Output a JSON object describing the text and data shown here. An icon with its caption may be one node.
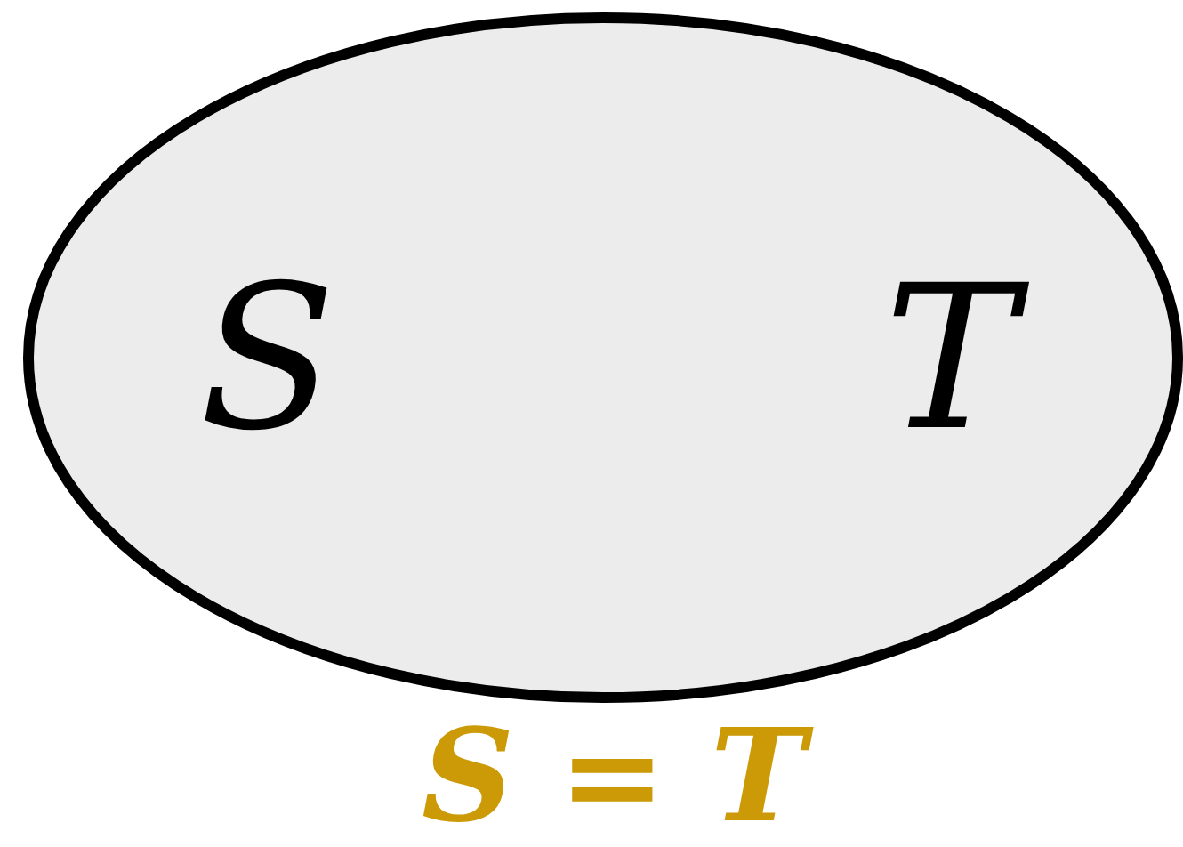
{
  "diagram": {
    "caption": "S = T",
    "nodes": [
      {
        "text": [
          "S",
          "T"
        ]
      }
    ]
  }
}
